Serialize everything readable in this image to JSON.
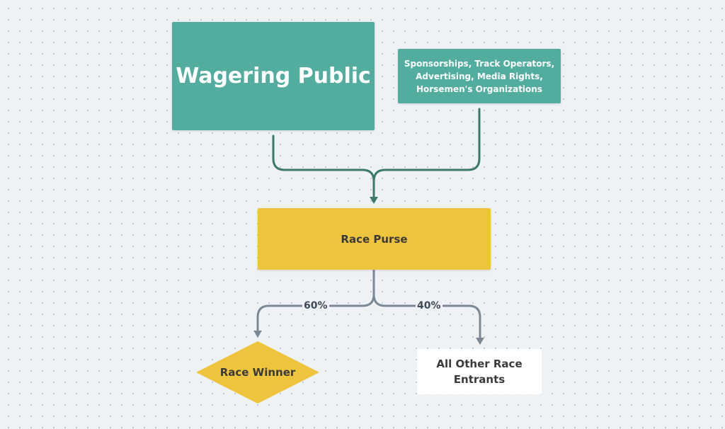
{
  "nodes": {
    "wagering_public": "Wagering Public",
    "sources": [
      "Sponsorships, Track Operators,",
      "Advertising, Media Rights,",
      "Horsemen's Organizations"
    ],
    "race_purse": "Race Purse",
    "race_winner": "Race Winner",
    "other_entrants": [
      "All Other Race",
      "Entrants"
    ]
  },
  "splits": {
    "winner_pct": "60%",
    "others_pct": "40%"
  },
  "colors": {
    "teal": "#52ad9f",
    "yellow": "#efc43d",
    "teal_connector": "#3d7868",
    "gray_connector": "#7d8896",
    "background": "#eef2f5"
  }
}
